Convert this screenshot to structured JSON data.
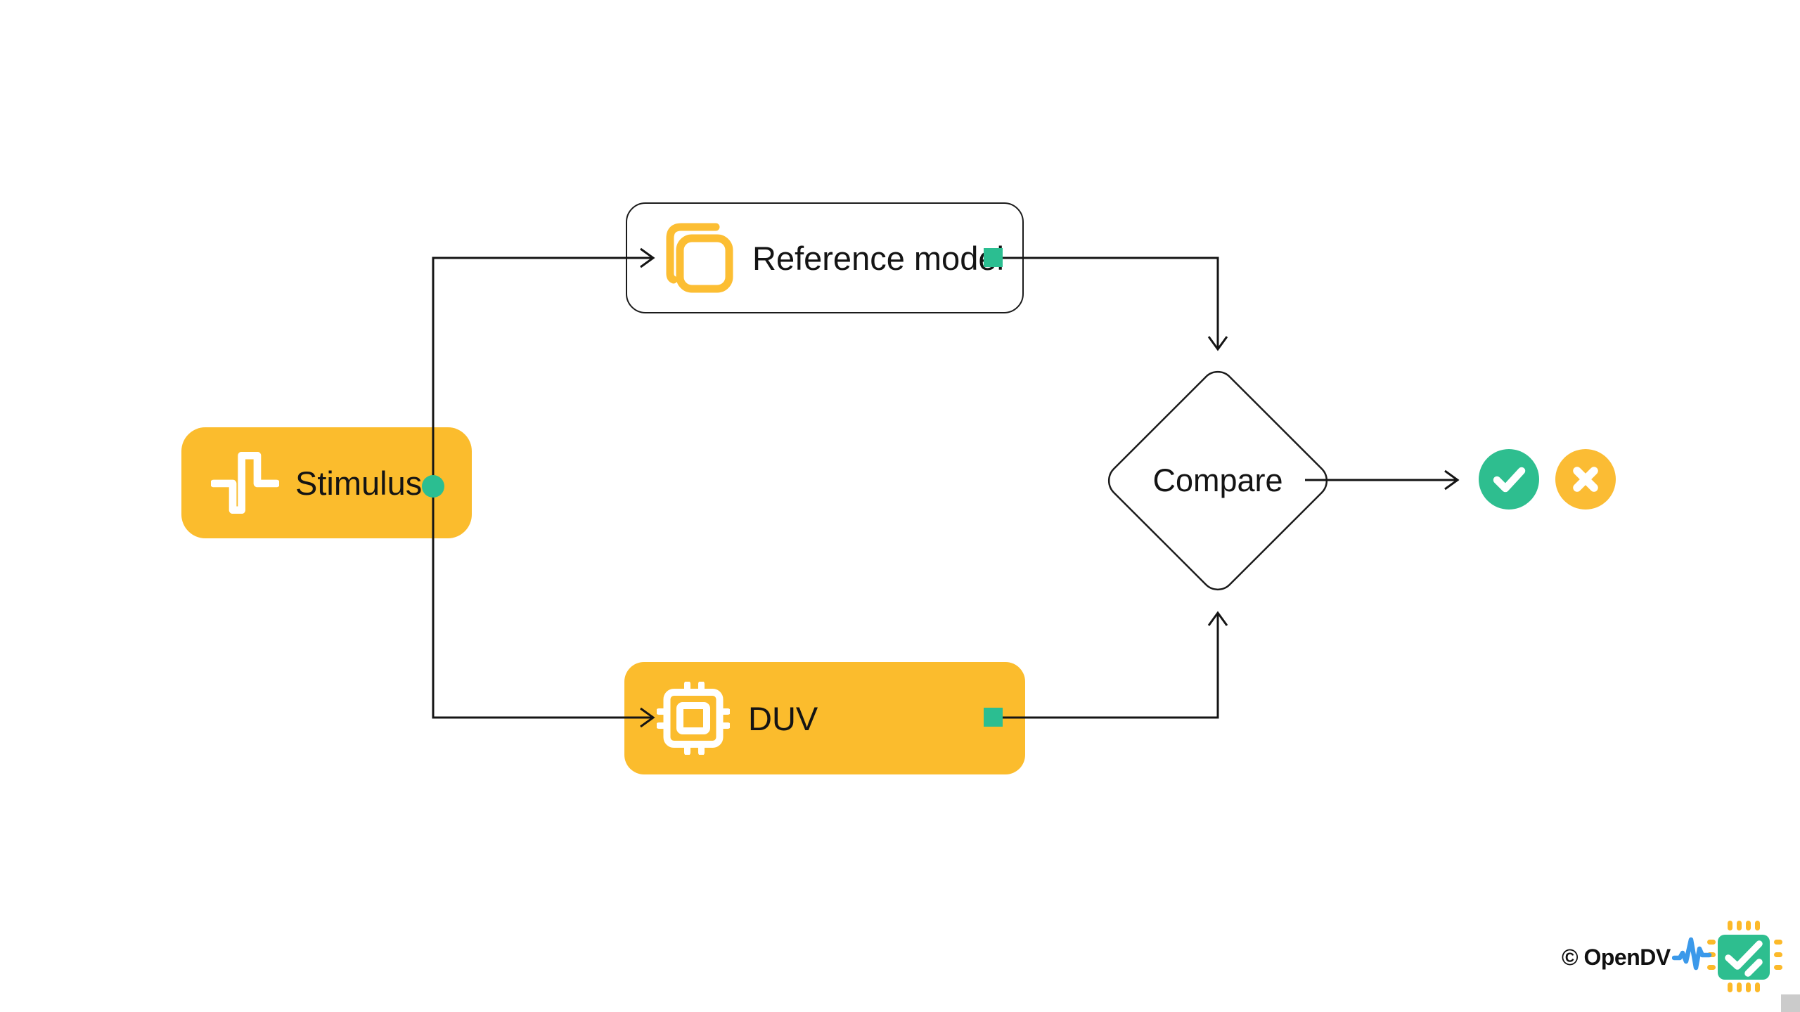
{
  "app": {
    "background_color": "#ffffff",
    "type": "verification-testbench-flow-diagram"
  },
  "palette": {
    "amber": "#FBBC2D",
    "emerald": "#2BBE91",
    "pass_green": "#2EBE8F",
    "fail_amber": "#FBBC34",
    "wire_black": "#141414",
    "outline_black": "#1b1b1b",
    "logo_blue": "#3B99EA",
    "logo_pin_yellow": "#FCB929",
    "scrollbar_gray": "#CBCBCB"
  },
  "nodes": {
    "stimulus": {
      "label": "Stimulus",
      "fill": "#FBBC2D",
      "icon": "pulse-waveform-icon",
      "port": "emerald-circle-port"
    },
    "reference_model": {
      "label": "Reference model",
      "fill": "#FFFFFF",
      "icon": "copy-icon",
      "port": "emerald-square-port"
    },
    "duv": {
      "label": "DUV",
      "fill": "#FBBC2D",
      "icon": "chip-icon",
      "port": "emerald-square-port"
    },
    "compare": {
      "label": "Compare",
      "fill": "#FFFFFF",
      "shape": "diamond"
    }
  },
  "results": {
    "pass": {
      "icon": "check-icon",
      "color": "#2EBE8F"
    },
    "fail": {
      "icon": "x-icon",
      "color": "#FBBC34"
    }
  },
  "footer": {
    "copyright": "© OpenDV",
    "logo": "opendv-chip-logo"
  }
}
